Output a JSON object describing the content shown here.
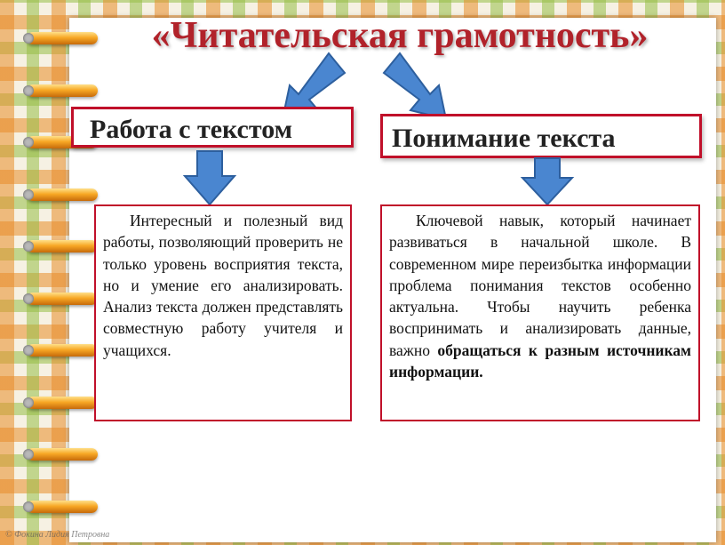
{
  "title": "«Читательская грамотность»",
  "left": {
    "heading": "Работа с текстом",
    "body": "Интересный и полезный вид работы, позволяющий проверить не только уровень восприятия текста, но и умение его анализировать. Анализ текста должен представлять совместную работу учителя и учащихся."
  },
  "right": {
    "heading": "Понимание текста",
    "body_plain": "Ключевой навык, который начинает развиваться в начальной школе. В современном мире переизбытка информации проблема понимания текстов особенно актуальна. Чтобы научить ребенка воспринимать и анализировать данные, важно ",
    "body_bold": "обращаться к разным источникам информации."
  },
  "watermark": "© Фокина Лидия Петровна",
  "colors": {
    "title": "#b1222a",
    "border": "#c0102a",
    "arrow_fill": "#4a86d0",
    "arrow_stroke": "#2d5f9e"
  },
  "icons": [
    "arrow-down-left",
    "arrow-down-right",
    "arrow-down",
    "arrow-down"
  ]
}
